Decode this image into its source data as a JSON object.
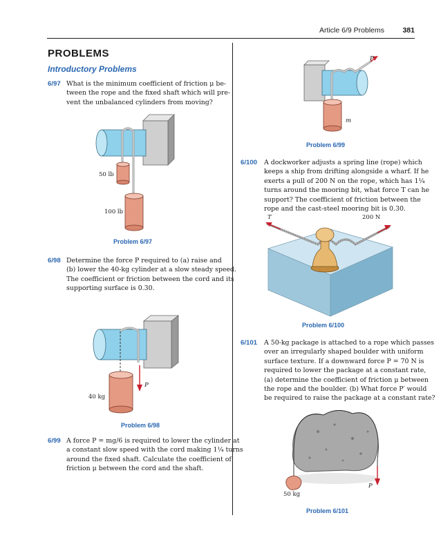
{
  "header": {
    "article": "Article 6/9   Problems",
    "page_number": "381"
  },
  "section": {
    "title": "PROBLEMS",
    "subtitle": "Introductory Problems"
  },
  "problems": [
    {
      "number": "6/97",
      "lines": [
        "What is the minimum coefficient of friction μ be-",
        "tween the rope and the fixed shaft which will pre-",
        "vent the unbalanced cylinders from moving?"
      ]
    },
    {
      "number": "6/98",
      "lines": [
        "Determine the force P required to (a) raise and",
        "(b) lower the 40-kg cylinder at a slow steady speed.",
        "The coefficient or friction between the cord and its",
        "supporting surface is 0.30."
      ]
    },
    {
      "number": "6/99",
      "lines": [
        "A force P = mg/6 is required to lower the cylinder at",
        "a constant slow speed with the cord making 1¼ turns",
        "around the fixed shaft. Calculate the coefficient of",
        "friction μ between the cord and the shaft."
      ]
    },
    {
      "number": "6/100",
      "lines": [
        "A dockworker adjusts a spring line (rope) which",
        "keeps a ship from drifting alongside a wharf. If he",
        "exerts a pull of 200 N on the rope, which has 1¼",
        "turns around the mooring bit, what force T can he",
        "support? The coefficient of friction between the",
        "rope and the cast-steel mooring bit is 0.30."
      ]
    },
    {
      "number": "6/101",
      "lines": [
        "A 50-kg package is attached to a rope which passes",
        "over an irregularly shaped boulder with uniform",
        "surface texture. If a downward force P = 70 N is",
        "required to lower the package at a constant rate,",
        "(a) determine the coefficient of friction μ between",
        "the rope and the boulder. (b) What force P′ would",
        "be required to raise the package at a constant rate?"
      ]
    }
  ],
  "figures": {
    "f97": {
      "caption": "Problem 6/97",
      "label_small": "50 lb",
      "label_large": "100 lb"
    },
    "f98": {
      "caption": "Problem 6/98",
      "label_mass": "40 kg",
      "label_force": "P"
    },
    "f99": {
      "caption": "Problem 6/99",
      "label_force": "P",
      "label_mass": "m"
    },
    "f100": {
      "caption": "Problem 6/100",
      "label_left": "T",
      "label_right": "200 N"
    },
    "f101": {
      "caption": "Problem 6/101",
      "label_mass": "50 kg",
      "label_force": "P"
    }
  },
  "colors": {
    "accent": "#2a67b0",
    "shaft": "#8fd0ea",
    "cylinder": "#e59a83",
    "force_arrow": "#c8202e"
  }
}
